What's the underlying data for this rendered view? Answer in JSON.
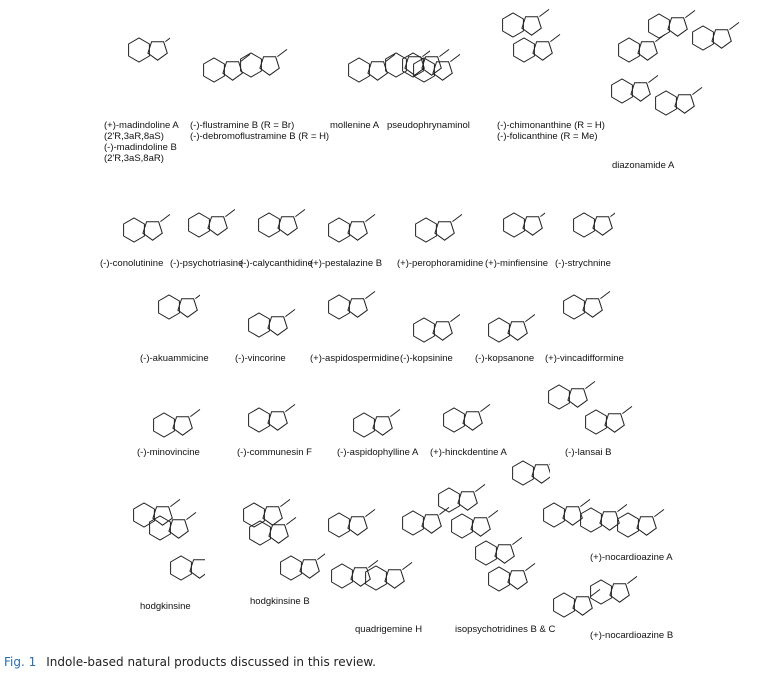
{
  "compounds": [
    {
      "id": "madindoline",
      "lines": [
        "(+)-madindoline A",
        "(2'R,3aR,8aS)",
        "(-)-madindoline B",
        "(2'R,3aS,8aR)"
      ]
    },
    {
      "id": "flustramine",
      "lines": [
        "(-)-flustramine B (R = Br)",
        "(-)-debromoflustramine B (R = H)"
      ]
    },
    {
      "id": "mollenine",
      "lines": [
        "mollenine A"
      ]
    },
    {
      "id": "pseudophrynaminol",
      "lines": [
        "pseudophrynaminol"
      ]
    },
    {
      "id": "chimonanthine",
      "lines": [
        "(-)-chimonanthine (R = H)",
        "(-)-folicanthine (R = Me)"
      ]
    },
    {
      "id": "diazonamide",
      "lines": [
        "diazonamide A"
      ]
    },
    {
      "id": "conolutinine",
      "lines": [
        "(-)-conolutinine"
      ]
    },
    {
      "id": "psychotriasine",
      "lines": [
        "(-)-psychotriasine"
      ]
    },
    {
      "id": "calycanthidine",
      "lines": [
        "(-)-calycanthidine"
      ]
    },
    {
      "id": "pestalazine",
      "lines": [
        "(+)-pestalazine B"
      ]
    },
    {
      "id": "perophoramidine",
      "lines": [
        "(+)-perophoramidine"
      ]
    },
    {
      "id": "minfiensine",
      "lines": [
        "(+)-minfiensine"
      ]
    },
    {
      "id": "strychnine",
      "lines": [
        "(-)-strychnine"
      ]
    },
    {
      "id": "akuammicine",
      "lines": [
        "(-)-akuammicine"
      ]
    },
    {
      "id": "vincorine",
      "lines": [
        "(-)-vincorine"
      ]
    },
    {
      "id": "aspidospermidine",
      "lines": [
        "(+)-aspidospermidine"
      ]
    },
    {
      "id": "kopsinine",
      "lines": [
        "(-)-kopsinine"
      ]
    },
    {
      "id": "kopsanone",
      "lines": [
        "(-)-kopsanone"
      ]
    },
    {
      "id": "vincadifformine",
      "lines": [
        "(+)-vincadifformine"
      ]
    },
    {
      "id": "minovincine",
      "lines": [
        "(-)-minovincine"
      ]
    },
    {
      "id": "communesin",
      "lines": [
        "(-)-communesin F"
      ]
    },
    {
      "id": "aspidophylline",
      "lines": [
        "(-)-aspidophylline A"
      ]
    },
    {
      "id": "hinckdentine",
      "lines": [
        "(+)-hinckdentine A"
      ]
    },
    {
      "id": "lansai",
      "lines": [
        "(-)-lansai B"
      ]
    },
    {
      "id": "nocardioazineA",
      "lines": [
        "(+)-nocardioazine A"
      ]
    },
    {
      "id": "hodgkinsine",
      "lines": [
        "hodgkinsine"
      ]
    },
    {
      "id": "hodgkinsineB",
      "lines": [
        "hodgkinsine B"
      ]
    },
    {
      "id": "quadrigemine",
      "lines": [
        "quadrigemine H"
      ]
    },
    {
      "id": "isopsychotridines",
      "lines": [
        "isopsychotridines B & C"
      ]
    },
    {
      "id": "nocardioazineB",
      "lines": [
        "(+)-nocardioazine B"
      ]
    }
  ],
  "caption": {
    "figure": "Fig. 1",
    "text": "Indole-based natural products discussed in this review."
  }
}
